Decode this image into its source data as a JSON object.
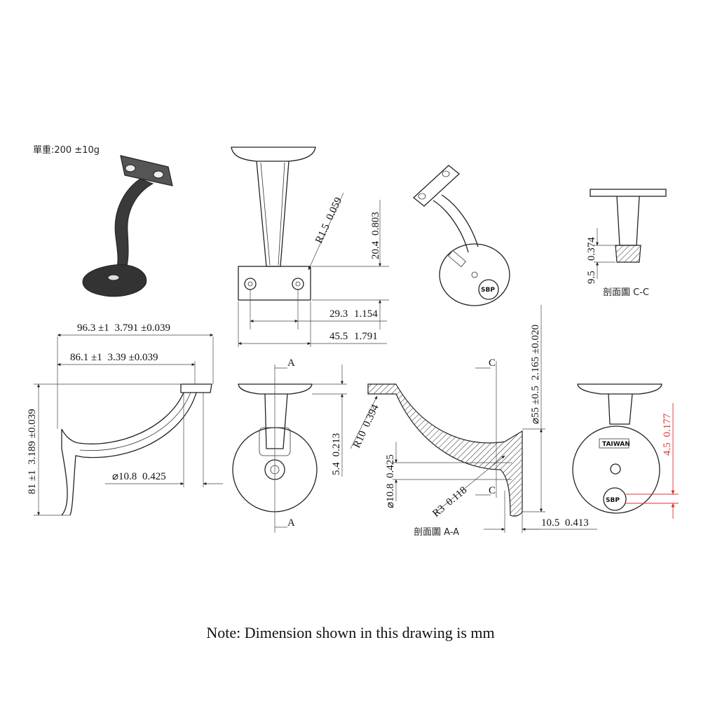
{
  "weight_label": "單重:200 ±10g",
  "note": "Note: Dimension shown in this drawing is mm",
  "section_cc": "剖面圖 C-C",
  "section_aa": "剖面圖 A-A",
  "marks": {
    "a": "A",
    "c": "C",
    "taiwan": "TAIWAN",
    "sbp": "SBP"
  },
  "dimensions": {
    "r15": "R1.5",
    "r15_in": "0.059",
    "d204": "20.4",
    "d204_in": "0.803",
    "d293": "29.3",
    "d293_in": "1.154",
    "d455": "45.5",
    "d455_in": "1.791",
    "d963": "96.3 ±1",
    "d963_in": "3.791 ±0.039",
    "d861": "86.1 ±1",
    "d861_in": "3.39 ±0.039",
    "d81": "81 ±1",
    "d81_in": "3.189 ±0.039",
    "phi108": "10.8",
    "phi108_in": "0.425",
    "d54": "5.4",
    "d54_in": "0.213",
    "r10": "R10",
    "r10_in": "0.394",
    "phi108b": "10.8",
    "phi108b_in": "0.425",
    "r3": "R3",
    "r3_in": "0.118",
    "phi55": "55 ±0.5",
    "phi55_in": "2.165 ±0.020",
    "d105": "10.5",
    "d105_in": "0.413",
    "d95": "9.5",
    "d95_in": "0.374",
    "d45": "4.5",
    "d45_in": "0.177"
  }
}
